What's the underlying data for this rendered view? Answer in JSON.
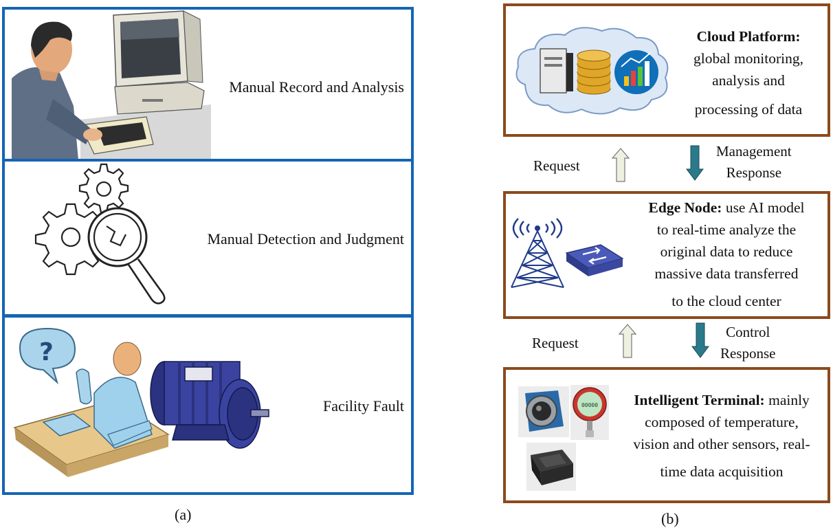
{
  "panel_a": {
    "rows": [
      {
        "label": "Manual Record and Analysis"
      },
      {
        "label": "Manual Detection and Judgment"
      },
      {
        "label": "Facility Fault"
      }
    ],
    "caption": "(a)"
  },
  "panel_b": {
    "cloud": {
      "title": "Cloud Platform:",
      "line1": "global monitoring,",
      "line2": "analysis and",
      "line3": "processing of data"
    },
    "edge": {
      "title": "Edge Node:",
      "line1_rest": " use AI model",
      "line2": "to real-time analyze the",
      "line3": "original data to reduce",
      "line4": "massive data transferred",
      "line5": "to the cloud center"
    },
    "terminal": {
      "title": "Intelligent Terminal:",
      "line1_rest": " mainly",
      "line2": "composed of temperature,",
      "line3": "vision and other sensors, real-",
      "line4": "time data acquisition",
      "sensor_display": "00000"
    },
    "flow_upper": {
      "request": "Request",
      "response_line1": "Management",
      "response_line2": "Response"
    },
    "flow_lower": {
      "request": "Request",
      "response_line1": "Control",
      "response_line2": "Response"
    },
    "caption": "(b)"
  },
  "colors": {
    "panel_a_border": "#1565b3",
    "panel_b_border": "#8b4a1d",
    "arrow_up": "#eef0e0",
    "arrow_down": "#2a7a8c"
  }
}
